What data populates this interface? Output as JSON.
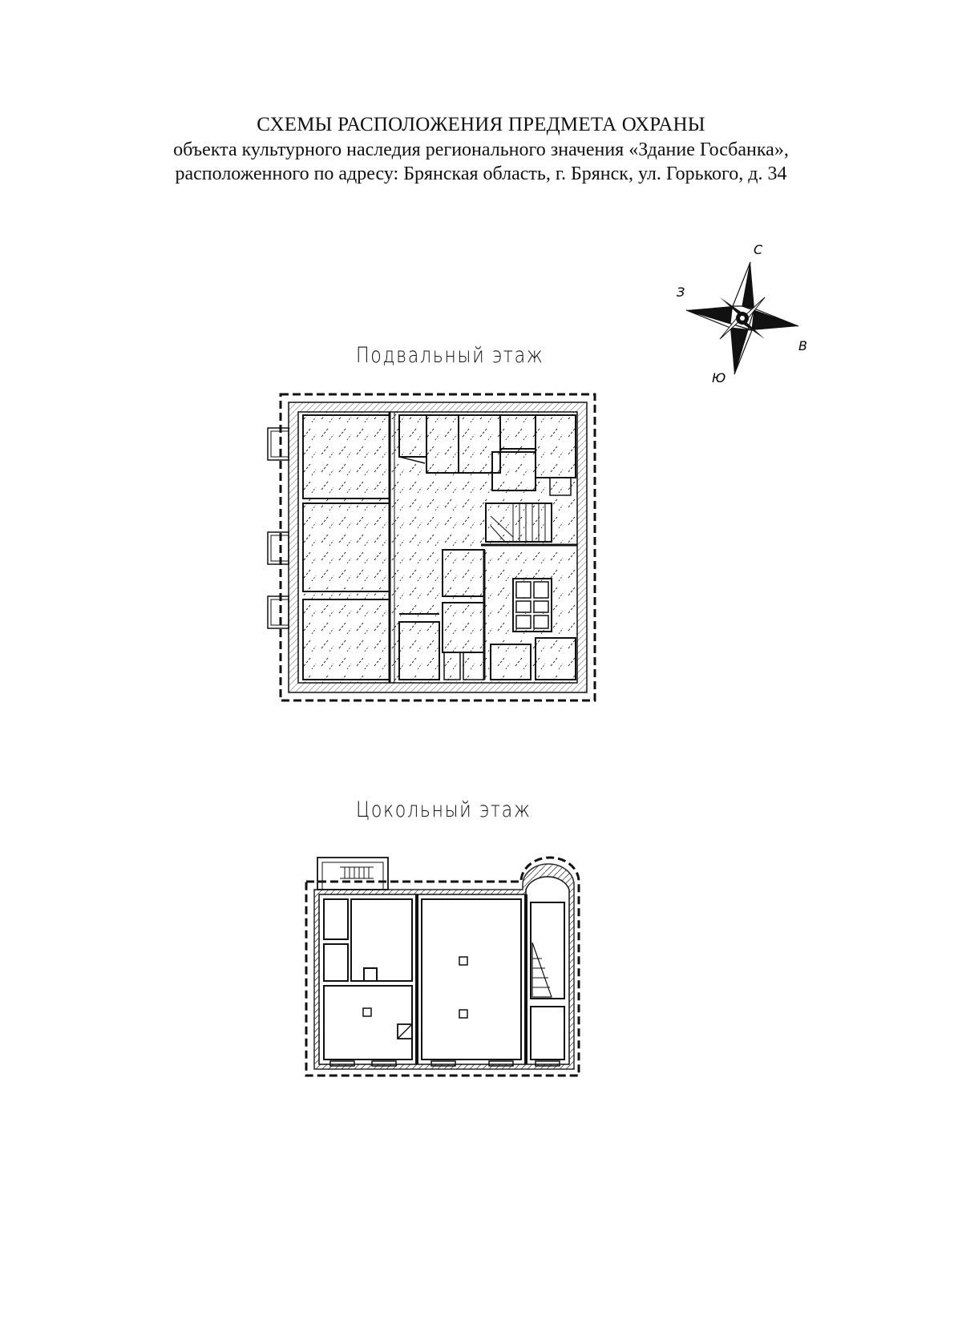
{
  "header": {
    "title": "СХЕМЫ РАСПОЛОЖЕНИЯ ПРЕДМЕТА ОХРАНЫ",
    "line1": "объекта культурного наследия регионального значения «Здание Госбанка»,",
    "line2": "расположенного по адресу: Брянская область, г. Брянск, ул. Горького, д. 34"
  },
  "compass": {
    "north": "С",
    "east": "В",
    "south": "Ю",
    "west": "З"
  },
  "plans": {
    "basement": {
      "label": "Подвальный этаж"
    },
    "ground": {
      "label": "Цокольный этаж"
    }
  }
}
